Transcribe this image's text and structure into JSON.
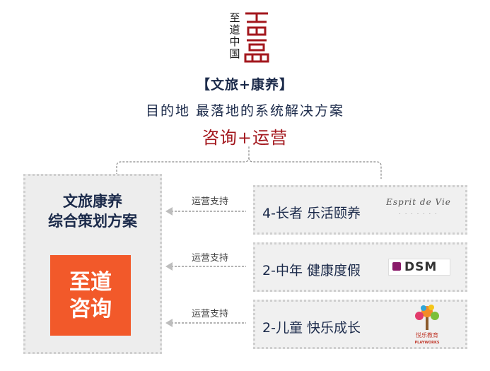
{
  "logo": {
    "vertical_text": "至道中国"
  },
  "header": {
    "line1": "【文旅+康养】",
    "line2": "目的地 最落地的系统解决方案",
    "line3": "咨询+运营"
  },
  "left_panel": {
    "title_line1": "文旅康养",
    "title_line2": "综合策划方案",
    "badge_line1": "至道",
    "badge_line2": "咨询"
  },
  "arrows": [
    {
      "label": "运营支持"
    },
    {
      "label": "运营支持"
    },
    {
      "label": "运营支持"
    }
  ],
  "rows": [
    {
      "text": "4-长者 乐活颐养",
      "brand": "Esprit de Vie"
    },
    {
      "text": "2-中年 健康度假",
      "brand": "DSM"
    },
    {
      "text": "2-儿童 快乐成长",
      "brand": "悦乐教育",
      "brand_sub": "PLAYWORKS"
    }
  ],
  "colors": {
    "navy": "#1b2a4a",
    "red": "#a3171d",
    "orange": "#f2592a",
    "panel": "#ededed"
  }
}
